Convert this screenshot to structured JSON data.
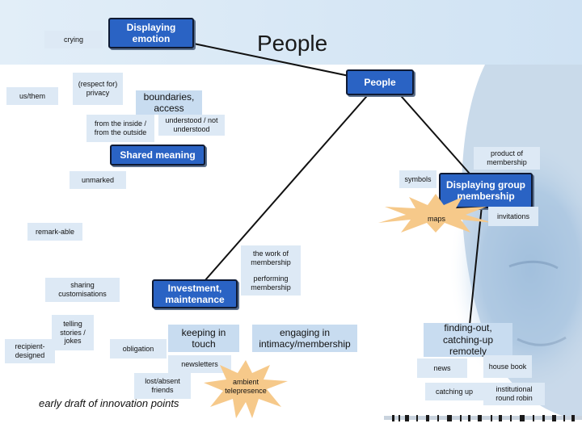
{
  "diagram": {
    "title": "People",
    "caption": "early draft of innovation points",
    "nodes": {
      "crying": "crying",
      "displaying_emotion": "Displaying emotion",
      "us_them": "us/them",
      "respect_privacy": "(respect for) privacy",
      "boundaries_access": "boundaries, access",
      "people_hub": "People",
      "from_inside": "from the inside / from the outside",
      "understood": "understood / not understood",
      "shared_meaning": "Shared meaning",
      "product_membership": "product of membership",
      "unmarked": "unmarked",
      "symbols": "symbols",
      "displaying_group": "Displaying group membership",
      "maps": "maps",
      "invitations": "invitations",
      "remarkable": "remark-able",
      "work_of_membership": "the work of membership",
      "performing_membership": "performing membership",
      "sharing_customisations": "sharing customisations",
      "investment": "Investment, maintenance",
      "telling_stories": "telling stories / jokes",
      "recipient_designed": "recipient-designed",
      "obligation": "obligation",
      "keeping_in_touch": "keeping in touch",
      "engaging": "engaging in intimacy/membership",
      "finding_out": "finding-out, catching-up remotely",
      "newsletters": "newsletters",
      "news": "news",
      "house_book": "house book",
      "lost_friends": "lost/absent friends",
      "ambient_telepresence": "ambient telepresence",
      "catching_up": "catching up",
      "institutional_round_robin": "institutional round robin"
    }
  },
  "colors": {
    "hub_fill": "#2a63c4",
    "node_light": "#dde9f5",
    "node_mid": "#c8dcf0",
    "burst_fill": "#f6c98a",
    "link": "#111111"
  }
}
